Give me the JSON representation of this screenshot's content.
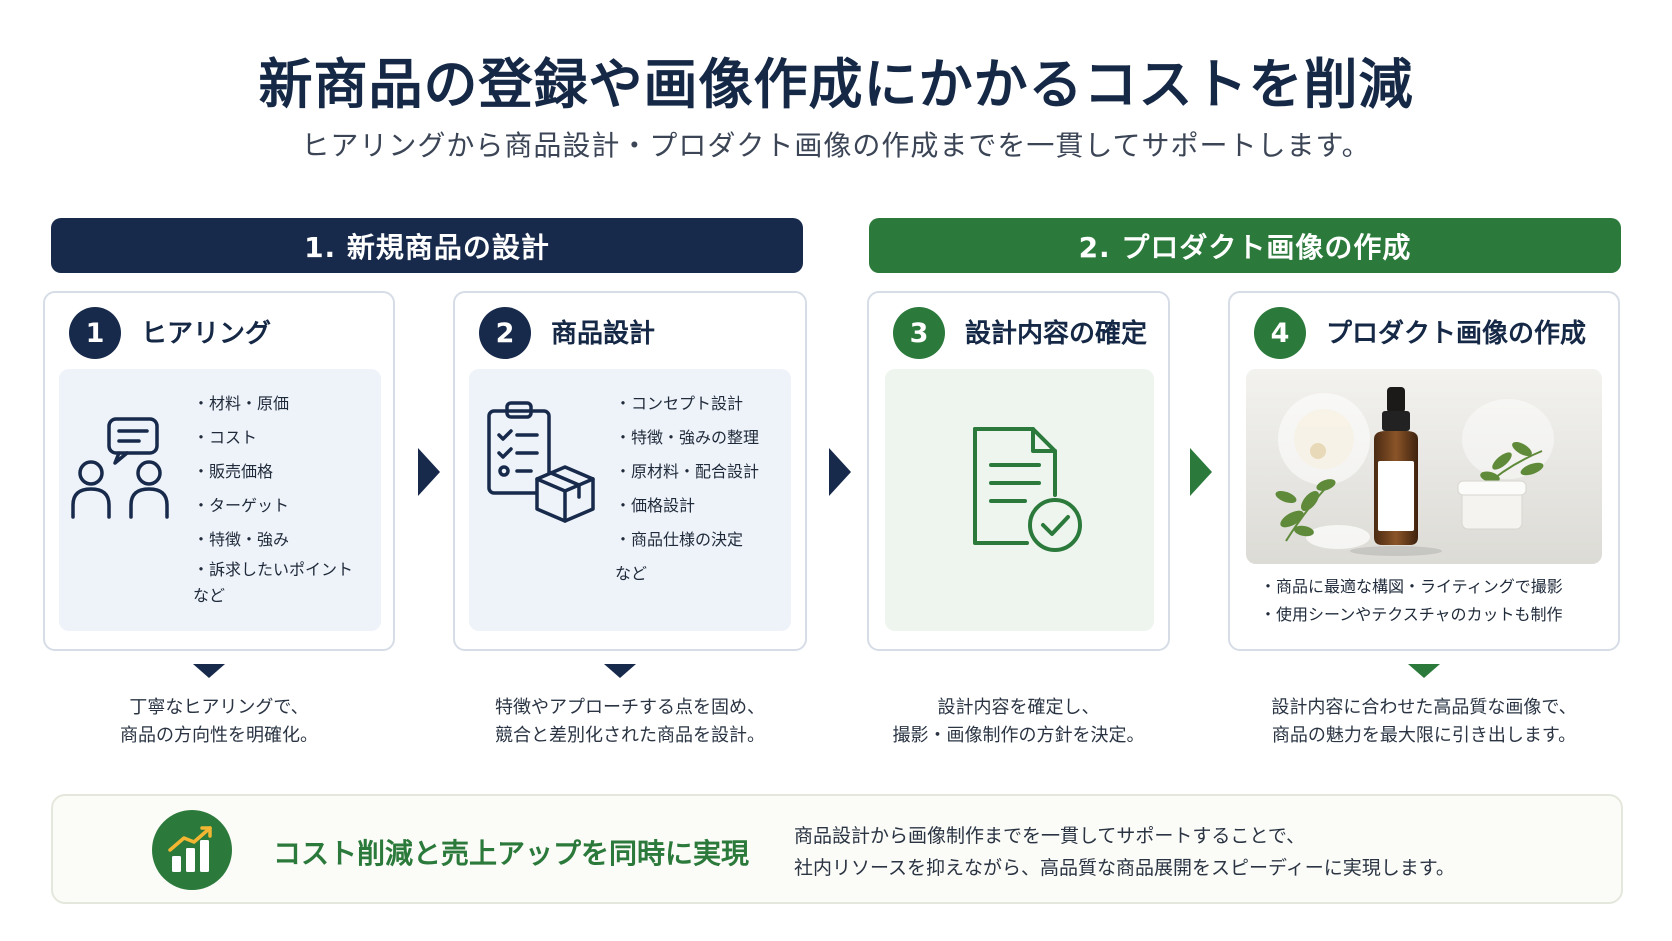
{
  "header": {
    "title": "新商品の登録や画像作成にかかるコストを削減",
    "subtitle": "ヒアリングから商品設計・プロダクト画像の作成までを一貫してサポートします。"
  },
  "phases": [
    {
      "label": "1.  新規商品の設計",
      "color": "#172a4b"
    },
    {
      "label": "2.  プロダクト画像の作成",
      "color": "#2b7a3b"
    }
  ],
  "steps": [
    {
      "number": "1",
      "title": "ヒアリング",
      "icon": "people-chat-icon",
      "bullets": [
        "・材料・原価",
        "・コスト",
        "・販売価格",
        "・ターゲット",
        "・特徴・強み",
        "・訴求したいポイント",
        "など"
      ],
      "description": [
        "丁寧なヒアリングで、",
        "商品の方向性を明確化。"
      ]
    },
    {
      "number": "2",
      "title": "商品設計",
      "icon": "clipboard-box-icon",
      "bullets": [
        "・コンセプト設計",
        "・特徴・強みの整理",
        "・原材料・配合設計",
        "・価格設計",
        "・商品仕様の決定",
        "など"
      ],
      "description": [
        "特徴やアプローチする点を固め、",
        "競合と差別化された商品を設計。"
      ]
    },
    {
      "number": "3",
      "title": "設計内容の確定",
      "icon": "document-check-icon",
      "bullets": [],
      "description": [
        "設計内容を確定し、",
        "撮影・画像制作の方針を決定。"
      ]
    },
    {
      "number": "4",
      "title": "プロダクト画像の作成",
      "icon": "product-photo",
      "bullets": [
        "・商品に最適な構図・ライティングで撮影",
        "・使用シーンやテクスチャのカットも制作"
      ],
      "description": [
        "設計内容に合わせた高品質な画像で、",
        "商品の魅力を最大限に引き出します。"
      ]
    }
  ],
  "footer": {
    "icon": "growth-chart-icon",
    "headline": "コスト削減と売上アップを同時に実現",
    "text": [
      "商品設計から画像制作までを一貫してサポートすることで、",
      "社内リソースを抑えながら、高品質な商品展開をスピーディーに実現します。"
    ]
  },
  "colors": {
    "navy": "#172a4b",
    "green": "#2b7a3b",
    "panel_blue": "#eef2f9",
    "panel_green": "#eef5ef"
  }
}
